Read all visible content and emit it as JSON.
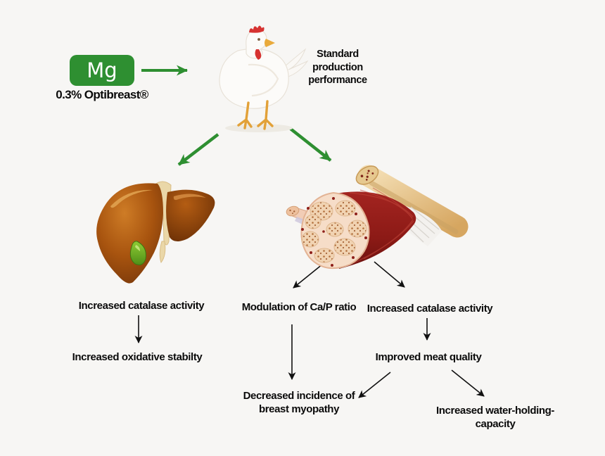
{
  "colors": {
    "background": "#f7f6f4",
    "green": "#2e8f31",
    "ink": "#0b0b0b"
  },
  "nodes": {
    "mg": "Mg",
    "dose": "0.3% Optibreast®",
    "standard": "Standard production performance",
    "liver_catalase": "Increased catalase activity",
    "oxidative": "Increased oxidative stabilty",
    "ca_p": "Modulation of Ca/P ratio",
    "muscle_catalase": "Increased catalase activity",
    "meat_quality": "Improved meat quality",
    "myopathy": "Decreased incidence of breast myopathy",
    "whc": "Increased water-holding-capacity"
  },
  "icons": {
    "chicken": "broiler-chicken-illustration",
    "liver": "liver-illustration",
    "muscle": "muscle-cross-section-with-bone-illustration"
  }
}
